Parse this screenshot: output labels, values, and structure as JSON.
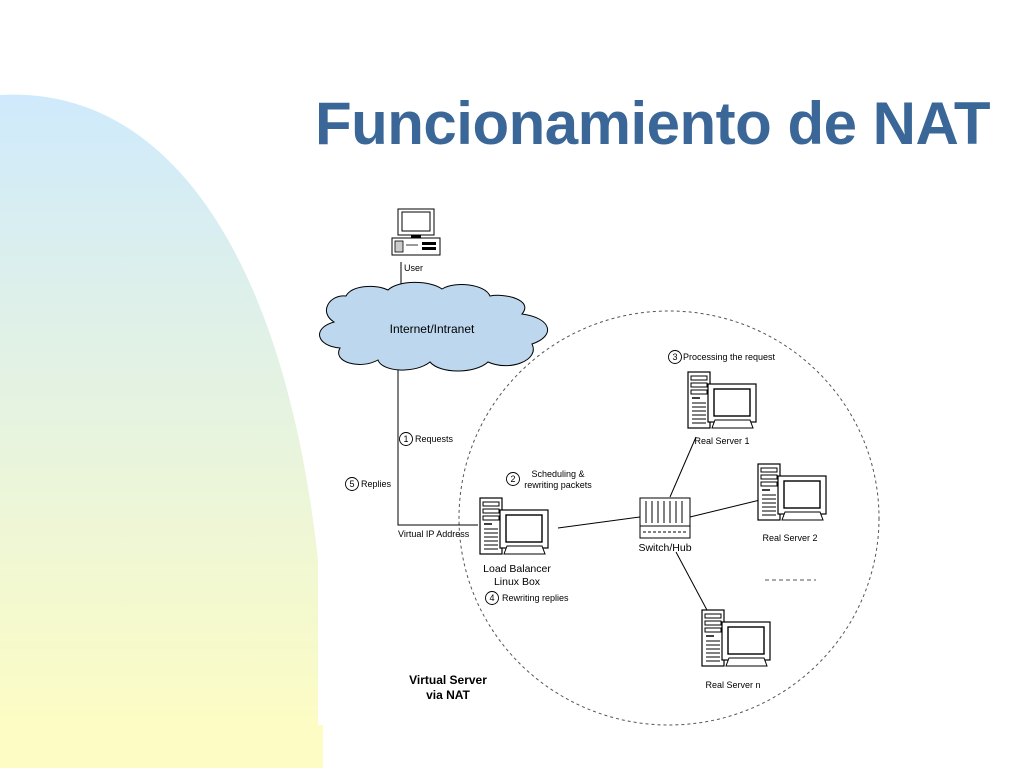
{
  "slide": {
    "title": "Funcionamiento de NAT"
  },
  "diagram": {
    "user": "User",
    "cloud": "Internet/Intranet",
    "vip": "Virtual IP Address",
    "load_balancer": [
      "Load Balancer",
      "Linux Box"
    ],
    "switch": "Switch/Hub",
    "real_server_1": "Real Server 1",
    "real_server_2": "Real Server 2",
    "real_server_n": "Real Server n",
    "steps": [
      {
        "num": "1",
        "text": "Requests"
      },
      {
        "num": "2",
        "text": [
          "Scheduling &",
          "rewriting packets"
        ]
      },
      {
        "num": "3",
        "text": "Processing the request"
      },
      {
        "num": "4",
        "text": "Rewriting replies"
      },
      {
        "num": "5",
        "text": "Replies"
      }
    ],
    "caption": [
      "Virtual Server",
      "via NAT"
    ]
  },
  "colors": {
    "title": "#3a6797",
    "cloud_fill": "#bdd7ee",
    "gradient_top": "#cfeafc",
    "gradient_bottom": "#fcfcc4"
  }
}
